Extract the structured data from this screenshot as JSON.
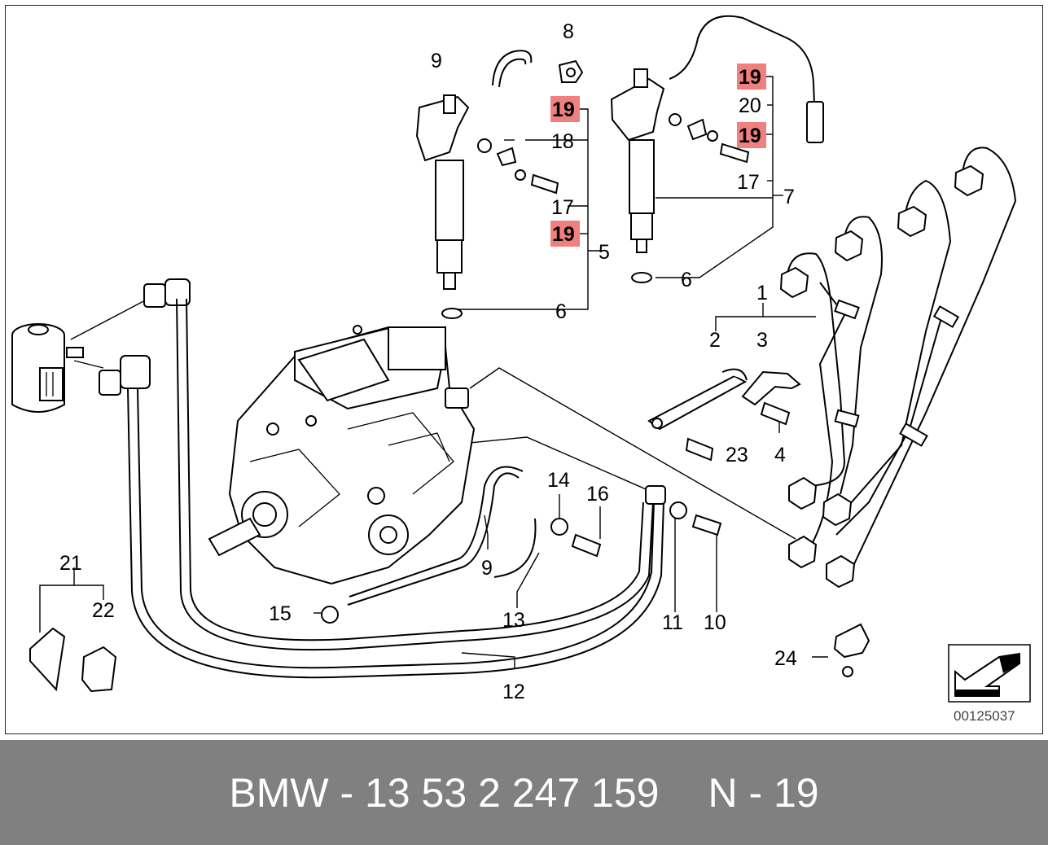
{
  "diagram": {
    "highlight_color": "#f08080",
    "callouts": [
      {
        "id": "c8",
        "text": "8",
        "highlight": false
      },
      {
        "id": "c9-top",
        "text": "9",
        "highlight": false
      },
      {
        "id": "c19-a",
        "text": "19",
        "highlight": true
      },
      {
        "id": "c18",
        "text": "18",
        "highlight": false
      },
      {
        "id": "c17-left",
        "text": "17",
        "highlight": false
      },
      {
        "id": "c19-b",
        "text": "19",
        "highlight": true
      },
      {
        "id": "c5",
        "text": "5",
        "highlight": false
      },
      {
        "id": "c6-left",
        "text": "6",
        "highlight": false
      },
      {
        "id": "c19-c",
        "text": "19",
        "highlight": true
      },
      {
        "id": "c20",
        "text": "20",
        "highlight": false
      },
      {
        "id": "c19-d",
        "text": "19",
        "highlight": true
      },
      {
        "id": "c17-right",
        "text": "17",
        "highlight": false
      },
      {
        "id": "c7",
        "text": "7",
        "highlight": false
      },
      {
        "id": "c6-right",
        "text": "6",
        "highlight": false
      },
      {
        "id": "c1",
        "text": "1",
        "highlight": false
      },
      {
        "id": "c2",
        "text": "2",
        "highlight": false
      },
      {
        "id": "c3",
        "text": "3",
        "highlight": false
      },
      {
        "id": "c23",
        "text": "23",
        "highlight": false
      },
      {
        "id": "c4",
        "text": "4",
        "highlight": false
      },
      {
        "id": "c14",
        "text": "14",
        "highlight": false
      },
      {
        "id": "c16",
        "text": "16",
        "highlight": false
      },
      {
        "id": "c9-mid",
        "text": "9",
        "highlight": false
      },
      {
        "id": "c21",
        "text": "21",
        "highlight": false
      },
      {
        "id": "c22",
        "text": "22",
        "highlight": false
      },
      {
        "id": "c15",
        "text": "15",
        "highlight": false
      },
      {
        "id": "c13",
        "text": "13",
        "highlight": false
      },
      {
        "id": "c11",
        "text": "11",
        "highlight": false
      },
      {
        "id": "c10",
        "text": "10",
        "highlight": false
      },
      {
        "id": "c12",
        "text": "12",
        "highlight": false
      },
      {
        "id": "c24",
        "text": "24",
        "highlight": false
      }
    ],
    "image_code": "00125037",
    "nav_icon": "arrow-left-down-icon"
  },
  "caption": {
    "part_number": "BMW - 13 53 2 247 159",
    "position": "N - 19"
  }
}
